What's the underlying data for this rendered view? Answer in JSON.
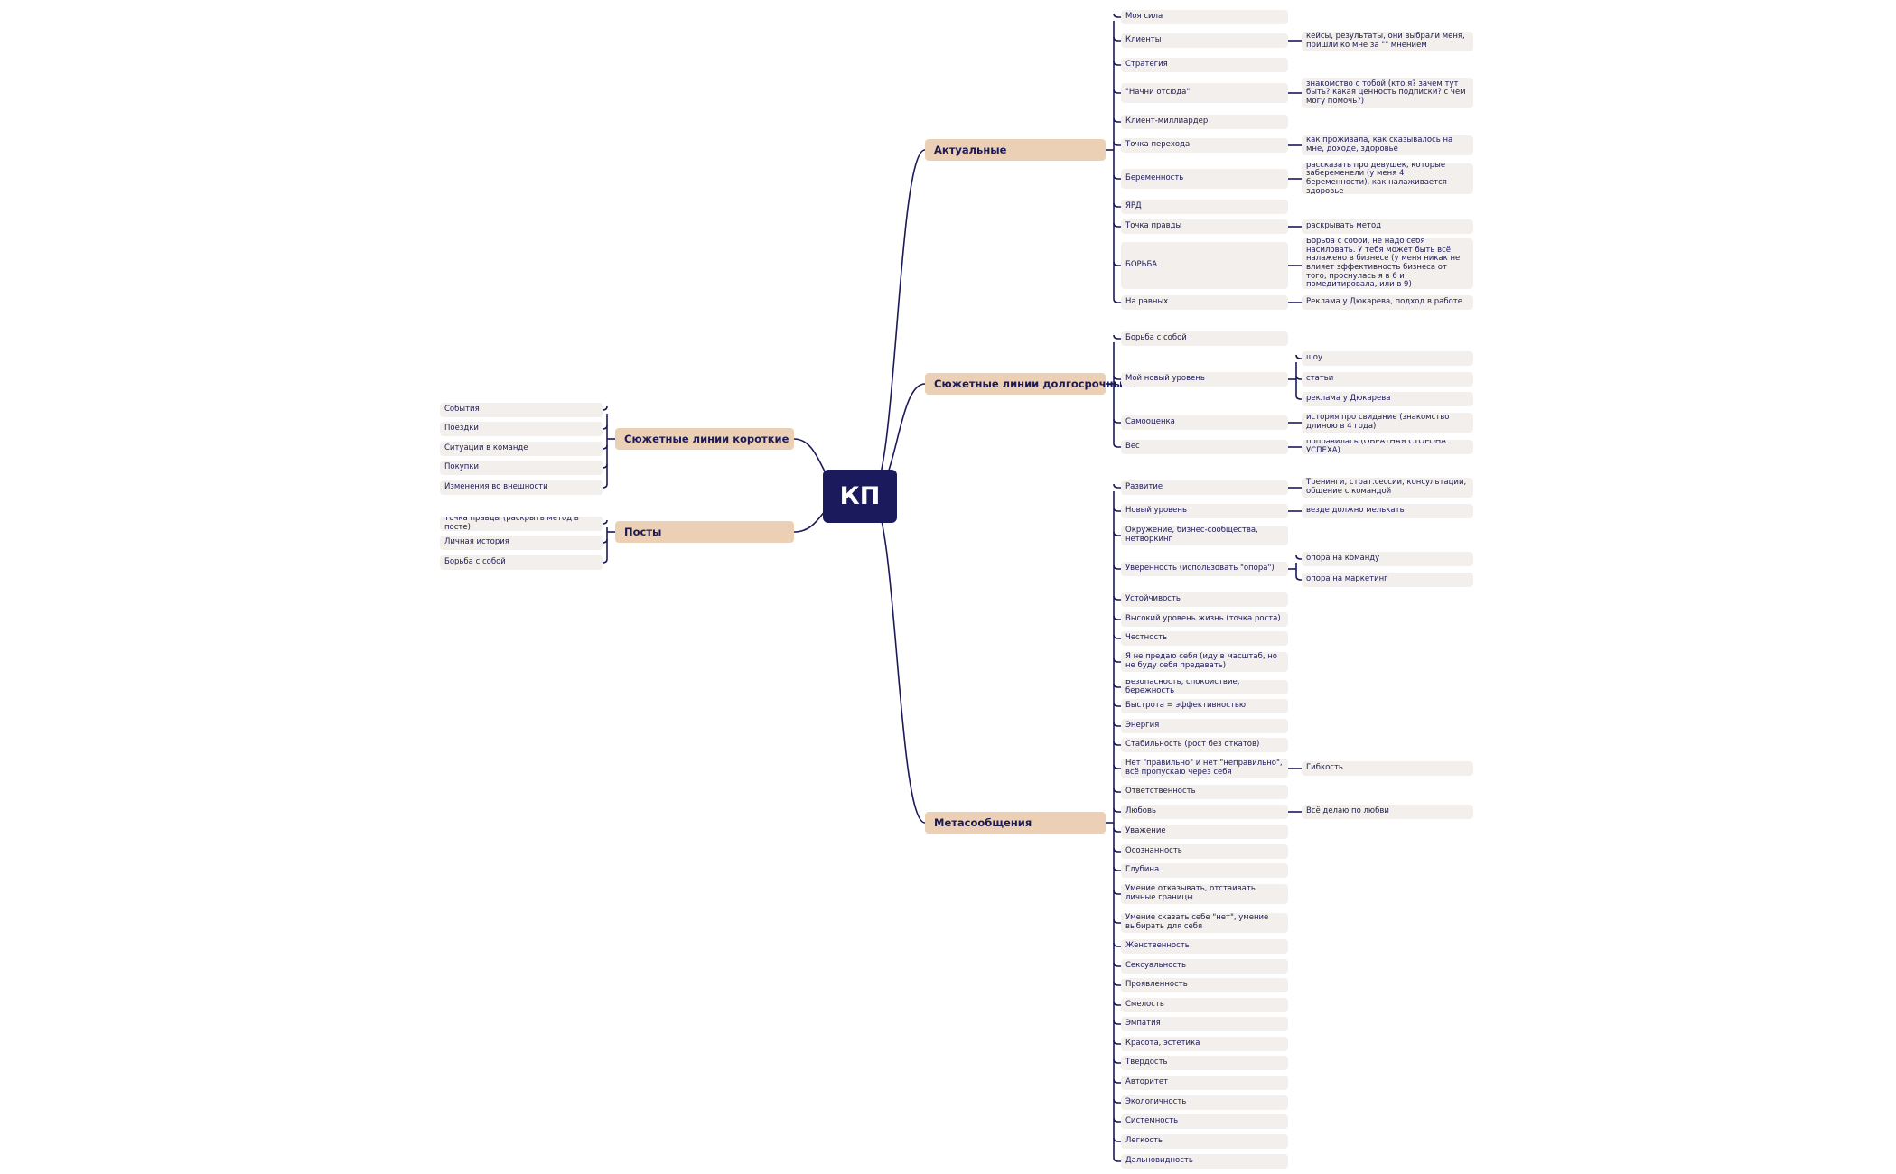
{
  "root": {
    "label": "КП"
  },
  "branches": [
    {
      "id": "b-aktualnye",
      "label": "Актуальные",
      "children": [
        {
          "label": "Моя сила"
        },
        {
          "label": "Клиенты",
          "children": [
            {
              "label": "кейсы, результаты, они выбрали меня, пришли ко мне за \"\" мнением"
            }
          ]
        },
        {
          "label": "Стратегия"
        },
        {
          "label": "\"Начни отсюда\"",
          "children": [
            {
              "label": "знакомство с тобой (кто я? зачем тут быть? какая ценность подписки? с чем могу помочь?)"
            }
          ]
        },
        {
          "label": "Клиент-миллиардер"
        },
        {
          "label": "Точка перехода",
          "children": [
            {
              "label": "как проживала, как сказывалось на мне, доходе, здоровье"
            }
          ]
        },
        {
          "label": "Беременность",
          "children": [
            {
              "label": "рассказать про девушек, которые забеременели (у меня 4 беременности), как налаживается здоровье"
            }
          ]
        },
        {
          "label": "ЯРД"
        },
        {
          "label": "Точка правды",
          "children": [
            {
              "label": "раскрывать метод"
            }
          ]
        },
        {
          "label": "БОРЬБА",
          "children": [
            {
              "label": "Борьба с собой, не надо себя насиловать. У тебя может быть всё налажено в бизнесе (у меня никак не влияет эффективность бизнеса от того, проснулась я в 6 и помедитировала, или в 9)"
            }
          ]
        },
        {
          "label": "На равных",
          "children": [
            {
              "label": "Реклама у Дюкарева, подход в работе"
            }
          ]
        }
      ]
    },
    {
      "id": "b-dolgosrochnye",
      "label": "Сюжетные линии долгосрочные",
      "children": [
        {
          "label": "Борьба с собой"
        },
        {
          "label": "Мой новый уровень",
          "children": [
            {
              "label": "шоу"
            },
            {
              "label": "статьи"
            },
            {
              "label": "реклама у Дюкарева"
            }
          ]
        },
        {
          "label": "Самооценка",
          "children": [
            {
              "label": "история про свидание (знакомство длиною в 4 года)"
            }
          ]
        },
        {
          "label": "Вес",
          "children": [
            {
              "label": "поправилась (ОБРАТНАЯ СТОРОНА УСПЕХА)"
            }
          ]
        }
      ]
    },
    {
      "id": "b-meta",
      "label": "Метасообщения",
      "children": [
        {
          "label": "Развитие",
          "children": [
            {
              "label": "Тренинги, страт.сессии, консультации, общение с командой"
            }
          ]
        },
        {
          "label": "Новый уровень",
          "children": [
            {
              "label": "везде должно мелькать"
            }
          ]
        },
        {
          "label": "Окружение, бизнес-сообщества, нетворкинг"
        },
        {
          "label": "Уверенность (использовать \"опора\")",
          "children": [
            {
              "label": "опора на команду"
            },
            {
              "label": "опора на маркетинг"
            }
          ]
        },
        {
          "label": "Устойчивость"
        },
        {
          "label": "Высокий уровень жизнь (точка роста)"
        },
        {
          "label": "Честность"
        },
        {
          "label": "Я не предаю себя  (иду в масштаб, но не буду себя предавать)"
        },
        {
          "label": "Безопасность, спокойствие, бережность"
        },
        {
          "label": "Быстрота = эффективностью"
        },
        {
          "label": "Энергия"
        },
        {
          "label": "Стабильность (рост без откатов)"
        },
        {
          "label": "Нет \"правильно\" и нет \"неправильно\", всё пропускаю через себя",
          "children": [
            {
              "label": "Гибкость"
            }
          ]
        },
        {
          "label": "Ответственность"
        },
        {
          "label": "Любовь",
          "children": [
            {
              "label": "Всё делаю по любви"
            }
          ]
        },
        {
          "label": "Уважение"
        },
        {
          "label": "Осознанность"
        },
        {
          "label": "Глубина"
        },
        {
          "label": "Умение отказывать, отстаивать личные границы"
        },
        {
          "label": "Умение сказать себе \"нет\", умение выбирать для себя"
        },
        {
          "label": "Женственность"
        },
        {
          "label": "Сексуальность"
        },
        {
          "label": "Проявленность"
        },
        {
          "label": "Смелость"
        },
        {
          "label": "Эмпатия"
        },
        {
          "label": "Красота, эстетика"
        },
        {
          "label": "Твердость"
        },
        {
          "label": "Авторитет"
        },
        {
          "label": "Экологичность"
        },
        {
          "label": "Системность"
        },
        {
          "label": "Легкость"
        },
        {
          "label": "Дальновидность"
        }
      ]
    },
    {
      "id": "b-korotkie",
      "label": "Сюжетные линии короткие",
      "children": [
        {
          "label": "События"
        },
        {
          "label": "Поездки"
        },
        {
          "label": "Ситуации в команде"
        },
        {
          "label": "Покупки"
        },
        {
          "label": "Изменения во внешности"
        }
      ]
    },
    {
      "id": "b-posty",
      "label": "Посты",
      "children": [
        {
          "label": "Точка правды (раскрыть метод в посте)"
        },
        {
          "label": "Личная история"
        },
        {
          "label": "Борьба с собой"
        }
      ]
    }
  ],
  "colors": {
    "root": "#1b1a5c",
    "branch": "#ecd0b5",
    "leaf": "#f3efec",
    "line": "#1b1a57",
    "text": "#1b1a57"
  }
}
